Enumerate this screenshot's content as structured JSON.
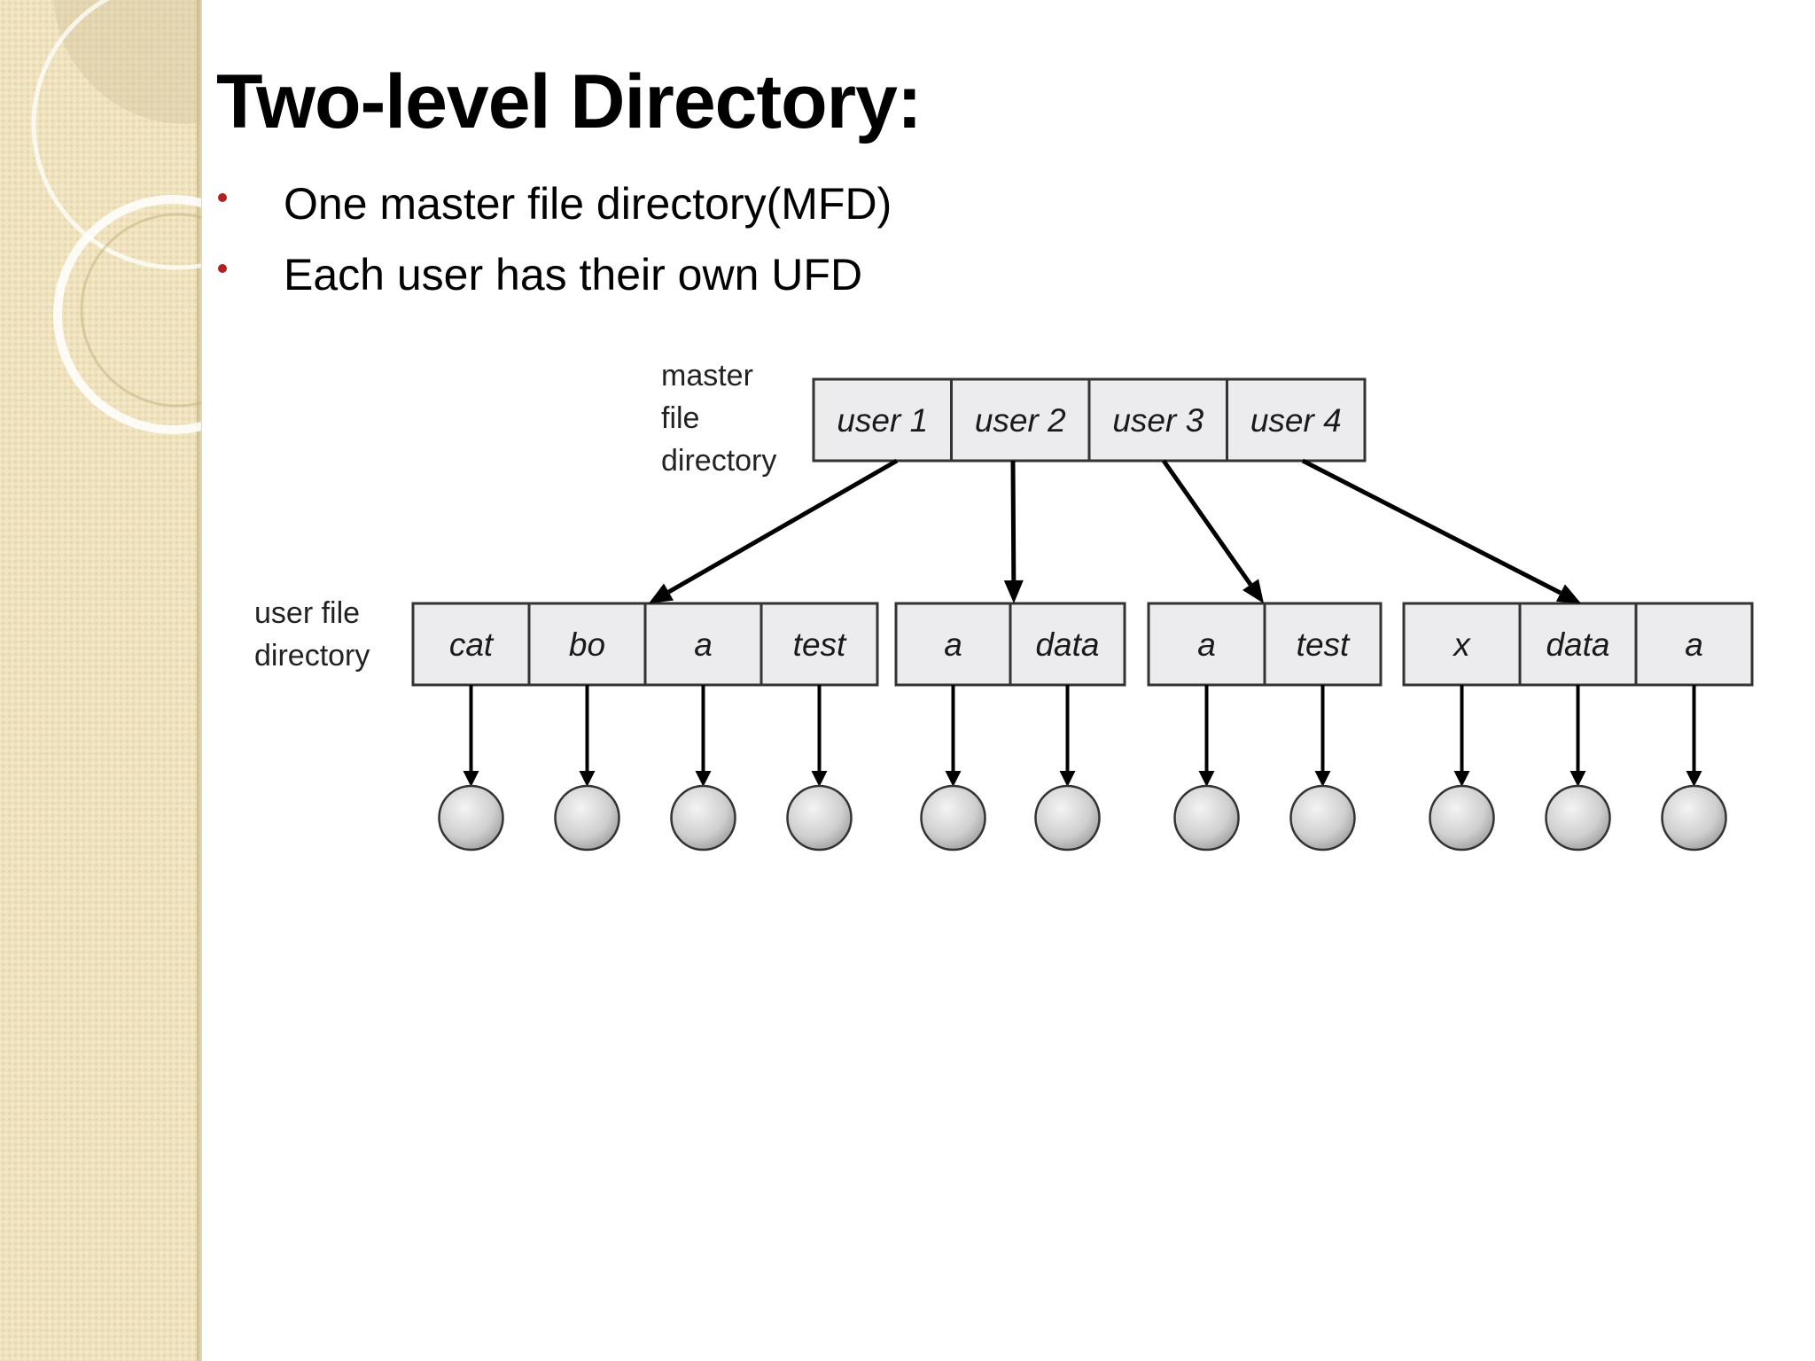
{
  "slide": {
    "title": "Two-level Directory:",
    "bullets": [
      "One master file directory(MFD)",
      "Each user has their own UFD"
    ]
  },
  "diagram": {
    "mfd_label_lines": [
      "master",
      "file",
      "directory"
    ],
    "ufd_label_lines": [
      "user  file",
      "directory"
    ],
    "mfd_entries": [
      "user 1",
      "user 2",
      "user 3",
      "user 4"
    ],
    "ufd_groups": [
      {
        "user": "user 1",
        "files": [
          "cat",
          "bo",
          "a",
          "test"
        ]
      },
      {
        "user": "user 2",
        "files": [
          "a",
          "data"
        ]
      },
      {
        "user": "user 3",
        "files": [
          "a",
          "test"
        ]
      },
      {
        "user": "user 4",
        "files": [
          "x",
          "data",
          "a"
        ]
      }
    ]
  },
  "colors": {
    "accent_bullet": "#b32024",
    "cell_fill": "#ececee",
    "band": "#efe2bd"
  }
}
